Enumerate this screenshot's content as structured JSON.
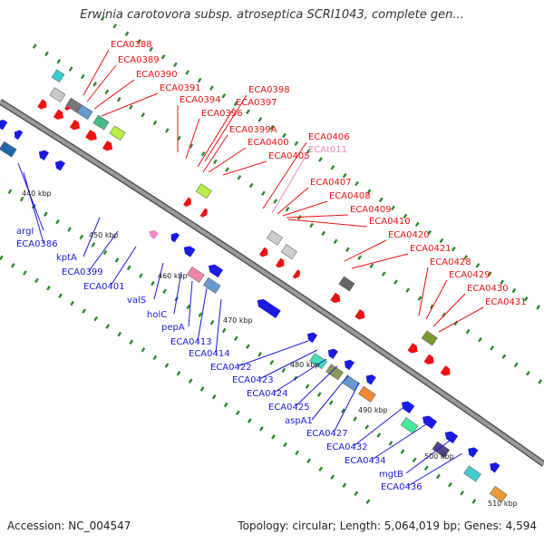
{
  "title": "Erwinia carotovora subsp. atroseptica SCRI1043, complete gen...",
  "footer": {
    "accession": "Accession: NC_004547",
    "topology": "Topology: circular; Length: 5,064,019 bp; Genes: 4,594"
  },
  "colors": {
    "forward": "#ee1111",
    "reverse": "#1a1ae0",
    "rna": "#ee88bb",
    "backbone": "#8a8a8a",
    "dots": "#2a8a2a"
  },
  "tick_labels": [
    "440 kbp",
    "450 kbp",
    "460 kbp",
    "470 kbp",
    "480 kbp",
    "490 kbp",
    "500 kbp",
    "510 kbp"
  ],
  "forward_labels": [
    "ECA0388",
    "ECA0389",
    "ECA0390",
    "ECA0391",
    "ECA0394",
    "ECA0396",
    "ECA0398",
    "ECA0397",
    "ECA0399A",
    "ECA0400",
    "ECA0405",
    "ECA0406",
    "ECAt011",
    "ECA0407",
    "ECA0408",
    "ECA0409",
    "ECA0410",
    "ECA0420",
    "ECA0421",
    "ECA0428",
    "ECA0429",
    "ECA0430",
    "ECA0431"
  ],
  "reverse_labels": [
    "argI",
    "ECA0386",
    "kptA",
    "ECA0399",
    "ECA0401",
    "valS",
    "holC",
    "pepA",
    "ECA0413",
    "ECA0414",
    "ECA0422",
    "ECA0423",
    "ECA0424",
    "ECA0425",
    "aspA1",
    "ECA0427",
    "ECA0432",
    "ECA0434",
    "mgtB",
    "ECA0436"
  ]
}
